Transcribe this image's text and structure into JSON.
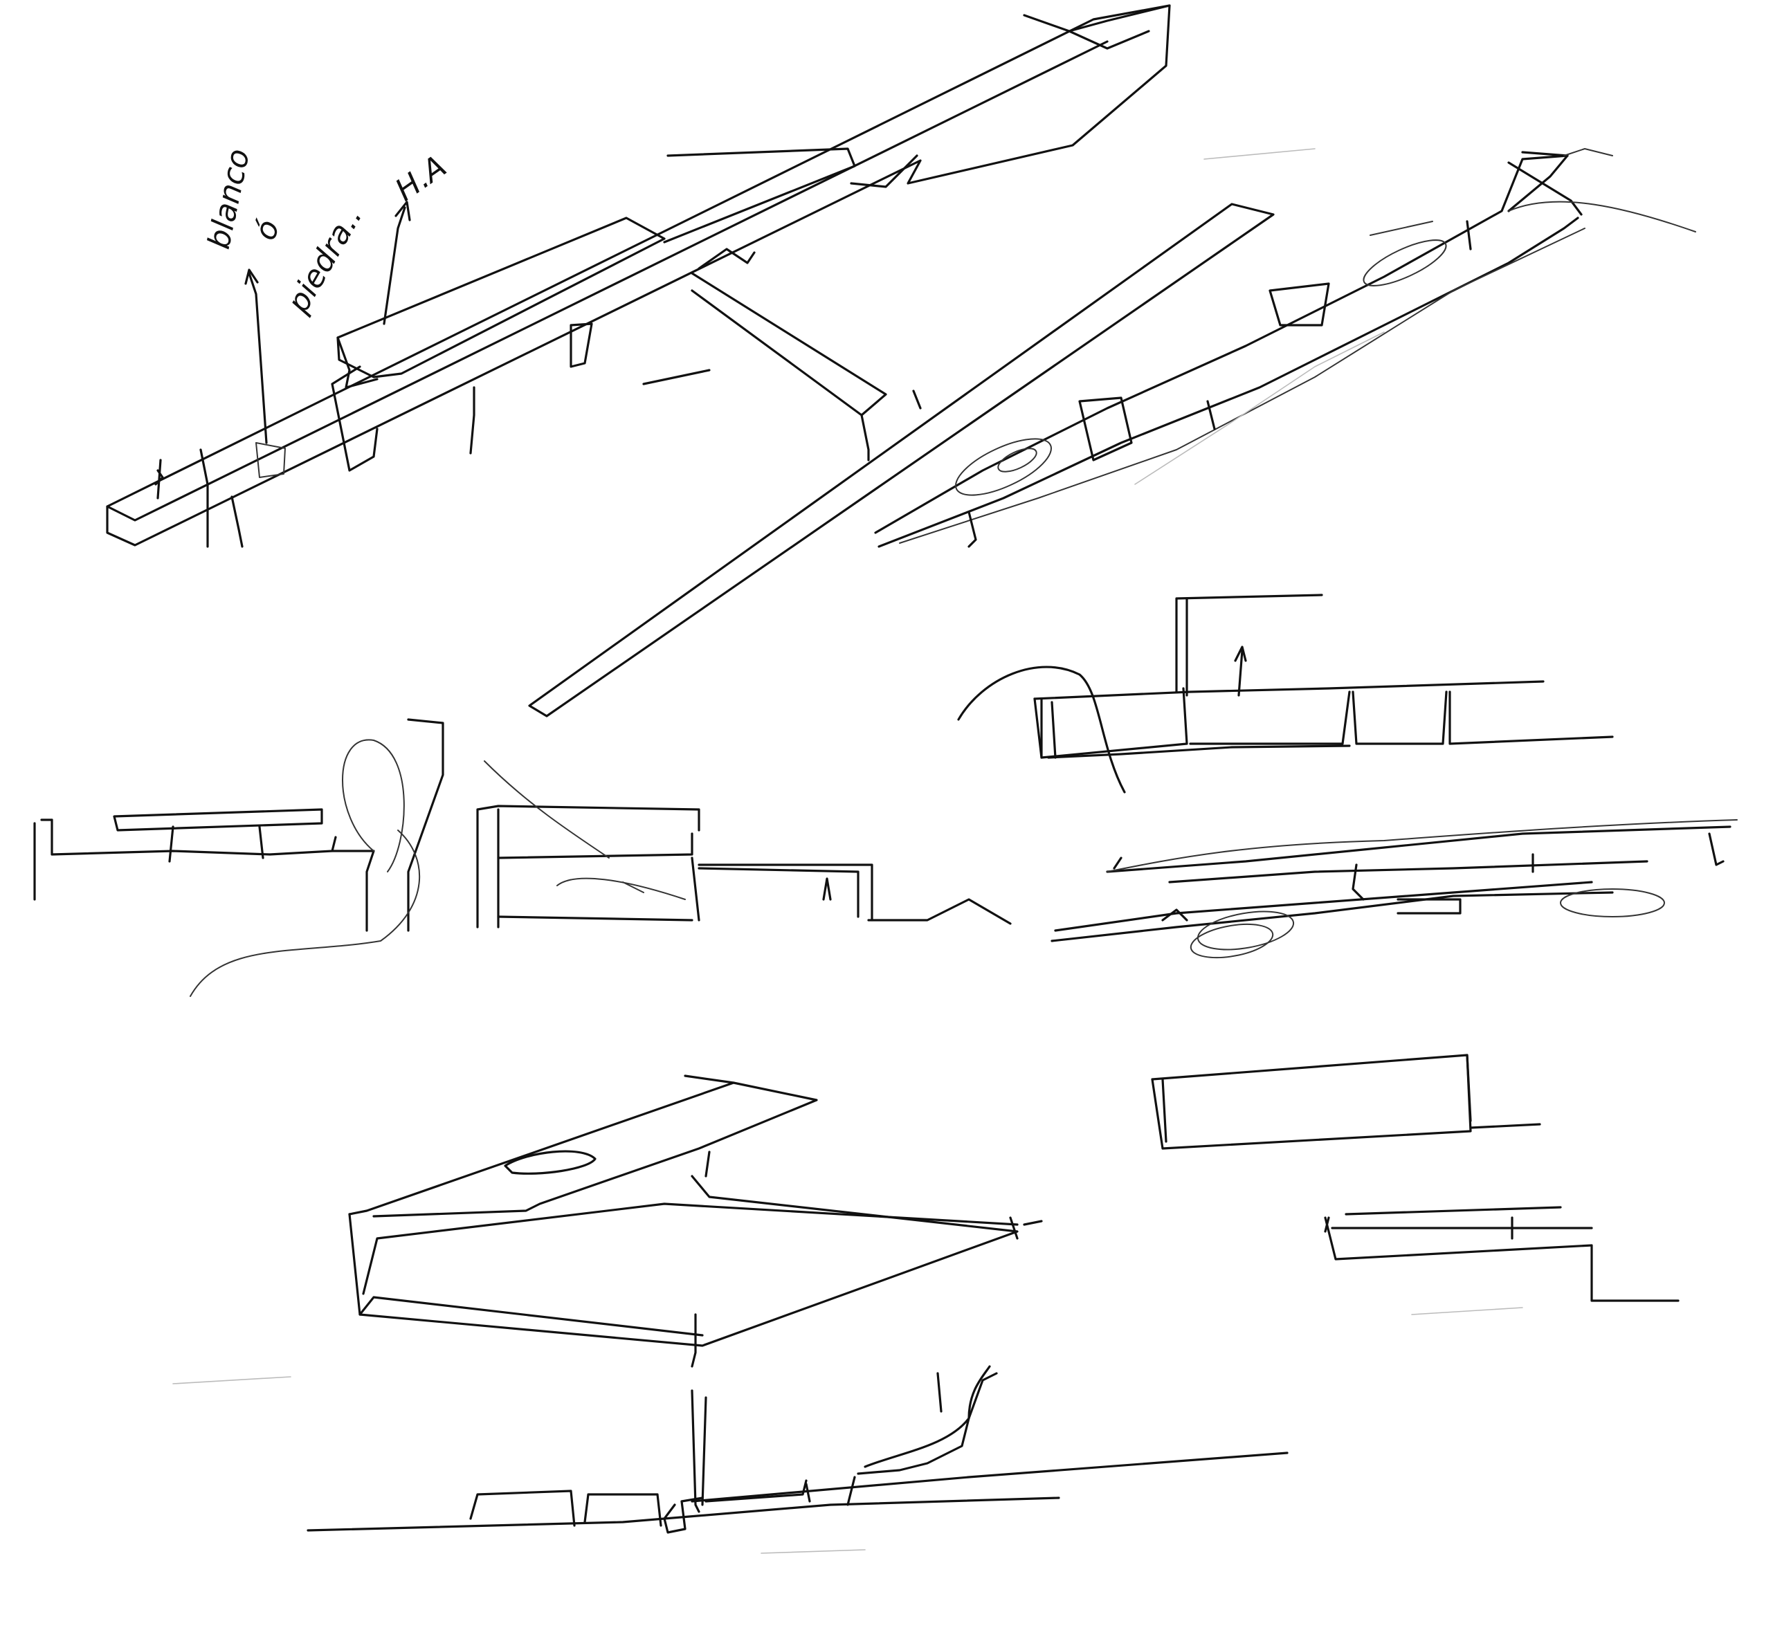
{
  "sheet": {
    "background": "#ffffff",
    "ink_color": "#111111",
    "annotations": {
      "material_word_1": "blanco",
      "material_word_2": "ó",
      "material_word_3": "piedra..",
      "concrete_label": "H.A"
    }
  }
}
